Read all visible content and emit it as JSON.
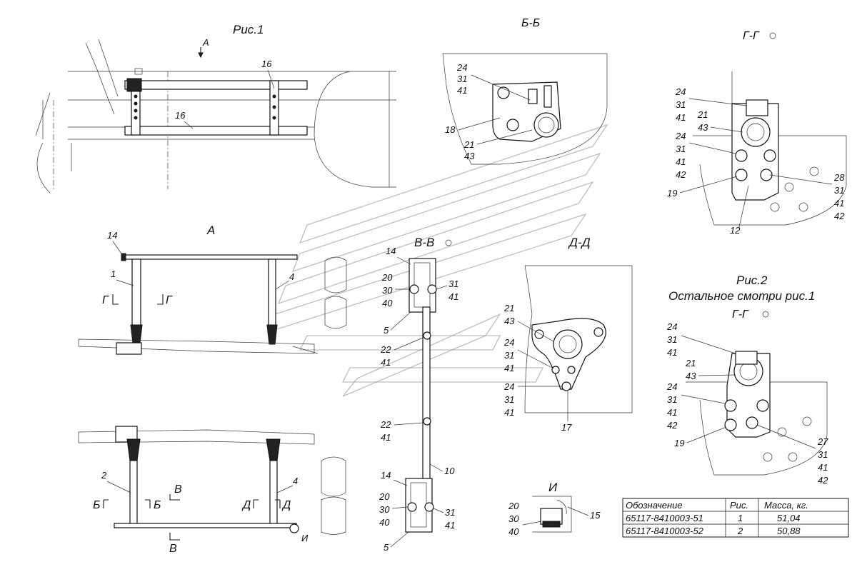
{
  "titles": {
    "fig1": "Рис.1",
    "view_a_arrow": "А",
    "view_a": "А",
    "section_bb": "Б-Б",
    "section_gg_top": "Г-Г",
    "section_vv": "В-В",
    "section_dd": "Д-Д",
    "fig2": "Рис.2",
    "fig2_note": "Остальное смотри рис.1",
    "section_gg_fig2": "Г-Г",
    "view_i": "И"
  },
  "callouts": {
    "fig1": [
      "16",
      "16"
    ],
    "view_a": [
      "14",
      "1",
      "4",
      "2",
      "4"
    ],
    "section_marks": [
      "Г",
      "Г",
      "Б",
      "Б",
      "В",
      "Д",
      "Д",
      "В",
      "И"
    ],
    "bb": [
      "24",
      "31",
      "41",
      "18",
      "21",
      "43"
    ],
    "gg_top": [
      "24",
      "31",
      "41",
      "21",
      "43",
      "24",
      "31",
      "41",
      "42",
      "19",
      "28",
      "31",
      "41",
      "42",
      "12"
    ],
    "vv": [
      "14",
      "20",
      "30",
      "40",
      "31",
      "41",
      "5",
      "22",
      "41",
      "22",
      "41",
      "10",
      "14",
      "20",
      "30",
      "40",
      "31",
      "41",
      "5"
    ],
    "dd": [
      "21",
      "43",
      "24",
      "31",
      "41",
      "24",
      "31",
      "41",
      "17"
    ],
    "gg_fig2": [
      "24",
      "31",
      "41",
      "21",
      "43",
      "24",
      "31",
      "41",
      "42",
      "19",
      "27",
      "31",
      "41",
      "42"
    ],
    "view_i": [
      "20",
      "30",
      "40",
      "15"
    ]
  },
  "table": {
    "headers": [
      "Обозначение",
      "Рис.",
      "Масса, кг."
    ],
    "rows": [
      [
        "65117-8410003-51",
        "1",
        "51,04"
      ],
      [
        "65117-8410003-52",
        "2",
        "50,88"
      ]
    ]
  }
}
